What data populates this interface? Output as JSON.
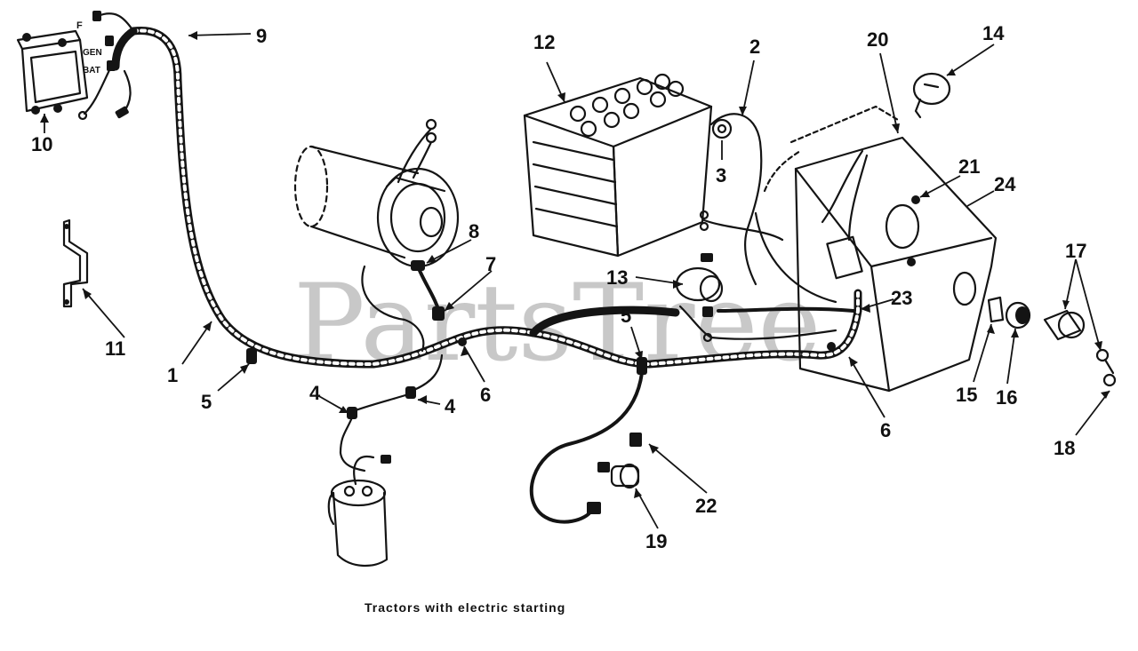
{
  "watermark": "PartsTree",
  "caption": "Tractors with electric starting",
  "callouts": {
    "c1": "1",
    "c2": "2",
    "c3": "3",
    "c4a": "4",
    "c4b": "4",
    "c5a": "5",
    "c5b": "5",
    "c6a": "6",
    "c6b": "6",
    "c7": "7",
    "c8": "8",
    "c9": "9",
    "c10": "10",
    "c11": "11",
    "c12": "12",
    "c13": "13",
    "c14": "14",
    "c15": "15",
    "c16": "16",
    "c17": "17",
    "c18": "18",
    "c19": "19",
    "c20": "20",
    "c21": "21",
    "c22": "22",
    "c23": "23",
    "c24": "24"
  },
  "regulator_terminals": {
    "f": "F",
    "gen": "GEN",
    "bat": "BAT"
  }
}
